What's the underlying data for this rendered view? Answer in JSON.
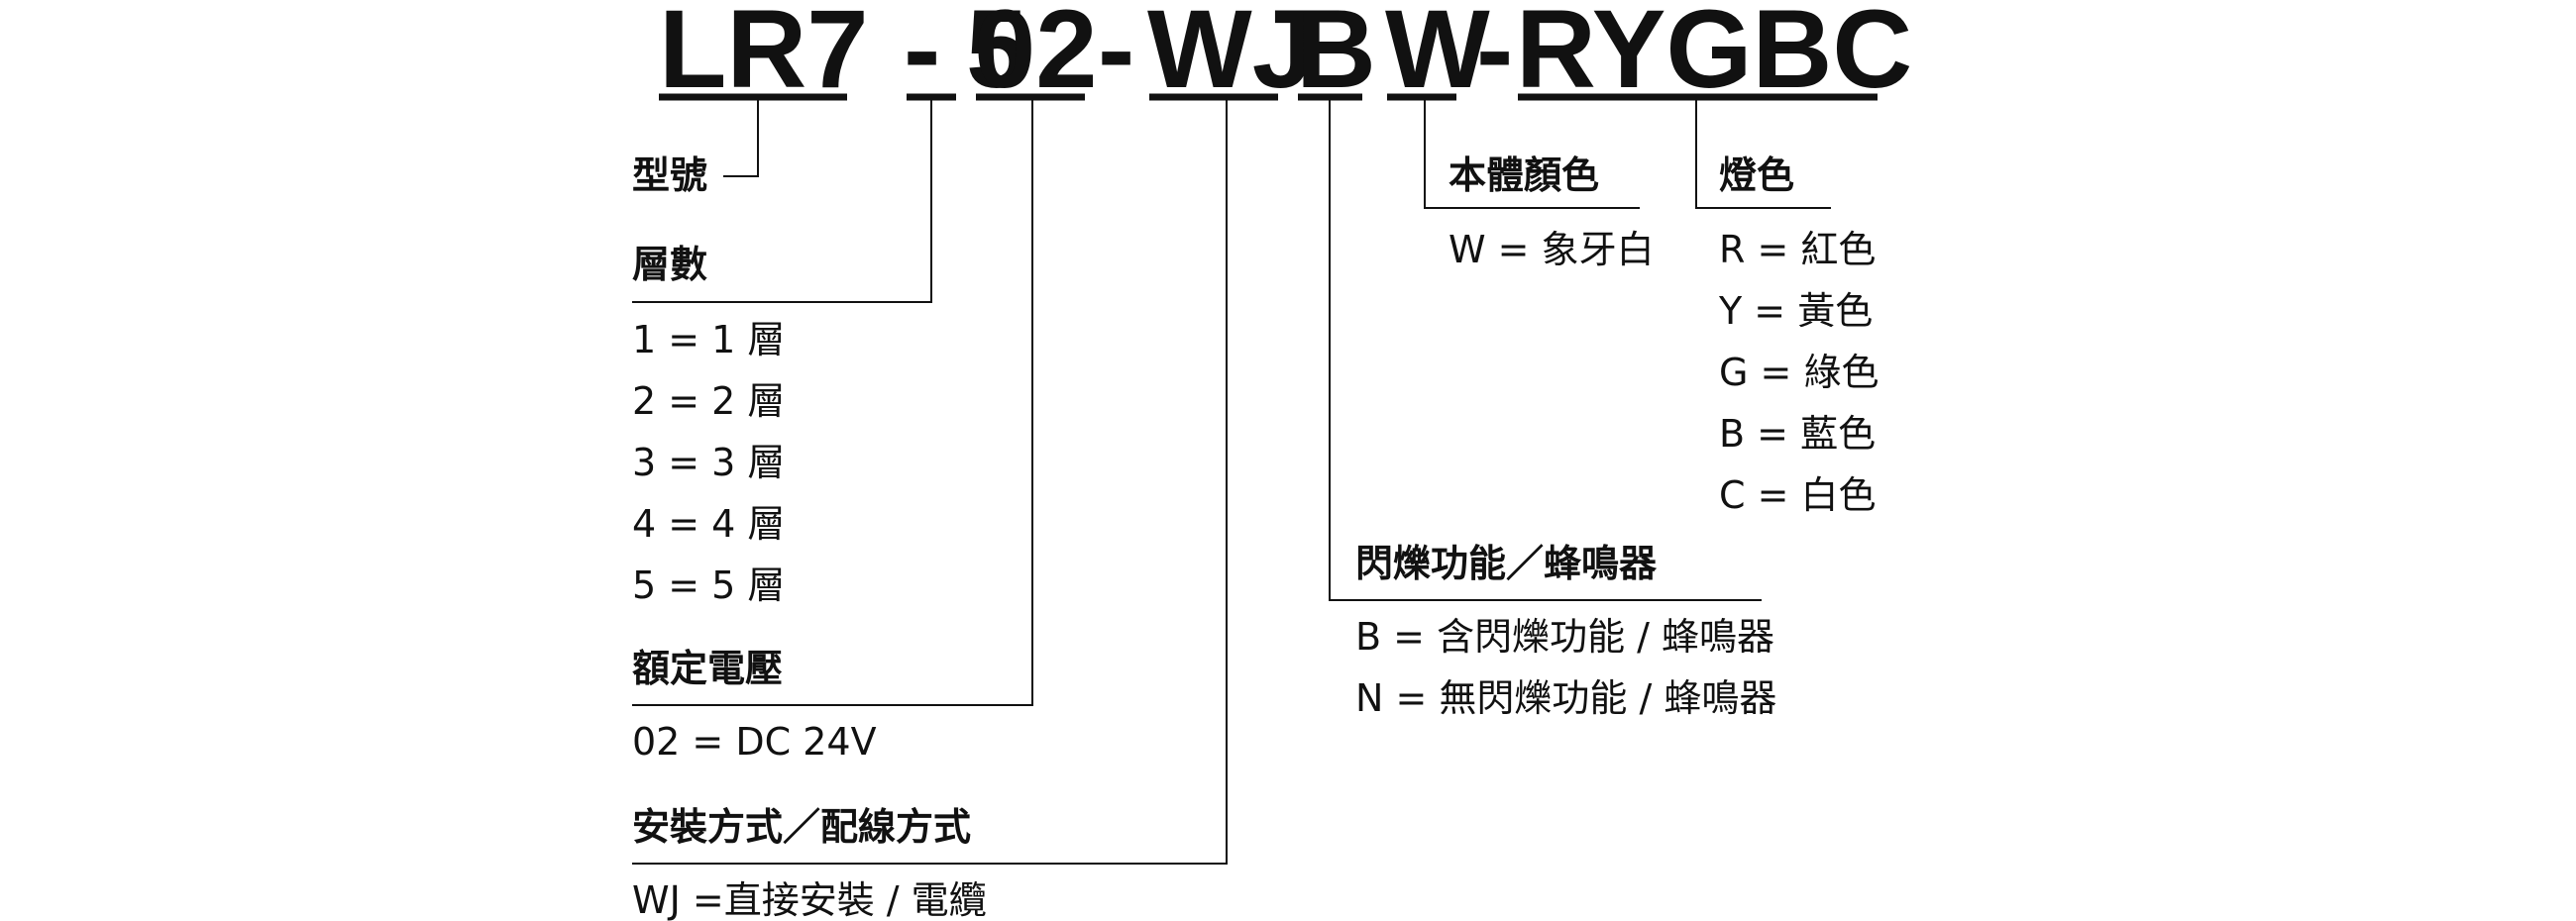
{
  "code": {
    "parts": [
      "LR7",
      "-",
      "5",
      "02",
      "-",
      "WJ",
      "B",
      "W",
      "-",
      "RYGBC"
    ]
  },
  "sections": {
    "model": {
      "title": "型號"
    },
    "tiers": {
      "title": "層數",
      "options": [
        "1 = 1 層",
        "2 = 2 層",
        "3 = 3 層",
        "4 = 4 層",
        "5 = 5 層"
      ]
    },
    "voltage": {
      "title": "額定電壓",
      "options": [
        "02 = DC 24V"
      ]
    },
    "mounting": {
      "title": "安裝方式／配線方式",
      "options": [
        "WJ =直接安裝 / 電纜"
      ]
    },
    "flash": {
      "title": "閃爍功能／蜂鳴器",
      "options": [
        "B = 含閃爍功能 / 蜂鳴器",
        "N = 無閃爍功能 / 蜂鳴器"
      ]
    },
    "body_color": {
      "title": "本體顏色",
      "options": [
        "W = 象牙白"
      ]
    },
    "lamp_color": {
      "title": "燈色",
      "options": [
        "R = 紅色",
        "Y = 黃色",
        "G = 綠色",
        "B = 藍色",
        "C = 白色"
      ]
    }
  }
}
